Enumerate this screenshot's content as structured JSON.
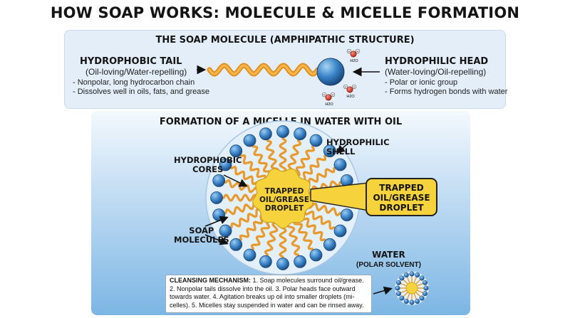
{
  "title": "HOW SOAP WORKS: MOLECULE & MICELLE FORMATION",
  "molecule_panel": {
    "title": "THE SOAP MOLECULE (AMPHIPATHIC STRUCTURE)",
    "tail_label": "HYDROPHOBIC TAIL",
    "tail_sub": "(Oil-loving/Water-repelling)",
    "tail_points": [
      "- Nonpolar, long hydrocarbon chain",
      "- Dissolves well in oils, fats, and grease"
    ],
    "head_label": "HYDROPHILIC HEAD",
    "head_sub": "(Water-loving/Oil-repelling)",
    "head_points": [
      "- Polar or ionic group",
      "- Forms hydrogen bonds with water"
    ],
    "water_molecule_label": "H2O",
    "water_atom": "H"
  },
  "micelle_panel": {
    "title": "FORMATION OF A MICELLE IN WATER WITH OIL",
    "hydrophilic_shell": "HYDROPHILIC\nSHELL",
    "hydrophobic_cores": "HYDROPHOBIC\nCORES",
    "soap_molecules": "SOAP\nMOLECULES",
    "oil_inner": "TRAPPED\nOIL/GREASE\nDROPLET",
    "oil_callout": "TRAPPED\nOIL/GREASE\nDROPLET",
    "water": "WATER",
    "water_sub": "(POLAR SOLVENT)",
    "mechanism_title": "CLEANSING MECHANISM:",
    "mechanism_text": " 1. Soap molecules surround oil/grease. 2. Nonpolar tails dissolve into the oil. 3. Polar heads face outward towards water. 4. Agitation breaks up oil into smaller droplets (mi-celles). 5. Micelles stay suspended in water and can be rinsed away."
  },
  "colors": {
    "tail": "#f0a030",
    "head": "#3c85c8",
    "oil": "#f6d33c",
    "oxygen": "#d8402c"
  }
}
